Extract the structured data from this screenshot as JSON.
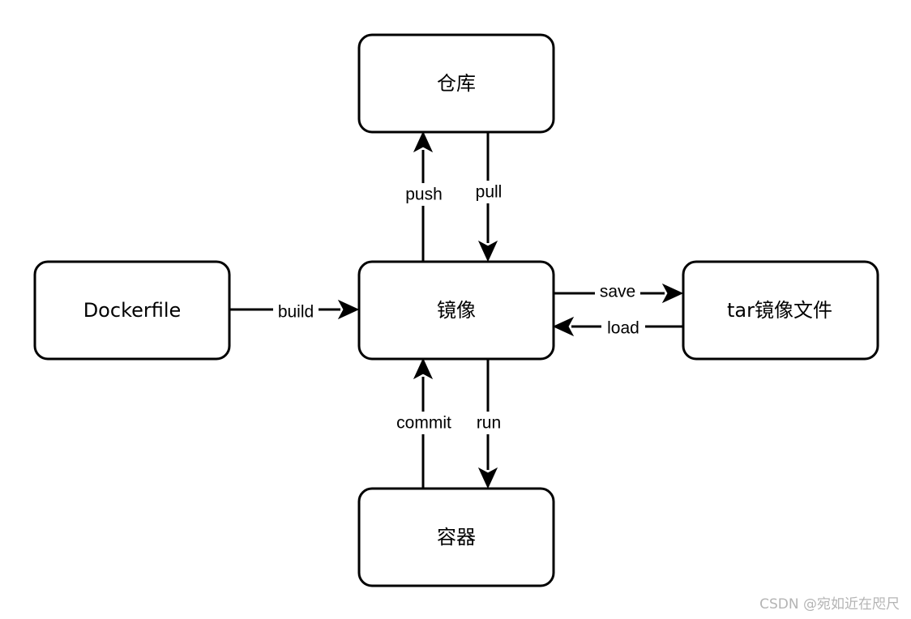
{
  "nodes": {
    "repository": "仓库",
    "image": "镜像",
    "dockerfile": "Dockerfile",
    "tar_file": "tar镜像文件",
    "container": "容器"
  },
  "edges": {
    "push": "push",
    "pull": "pull",
    "build": "build",
    "save": "save",
    "load": "load",
    "commit": "commit",
    "run": "run"
  },
  "watermark": "CSDN @宛如近在咫尺"
}
